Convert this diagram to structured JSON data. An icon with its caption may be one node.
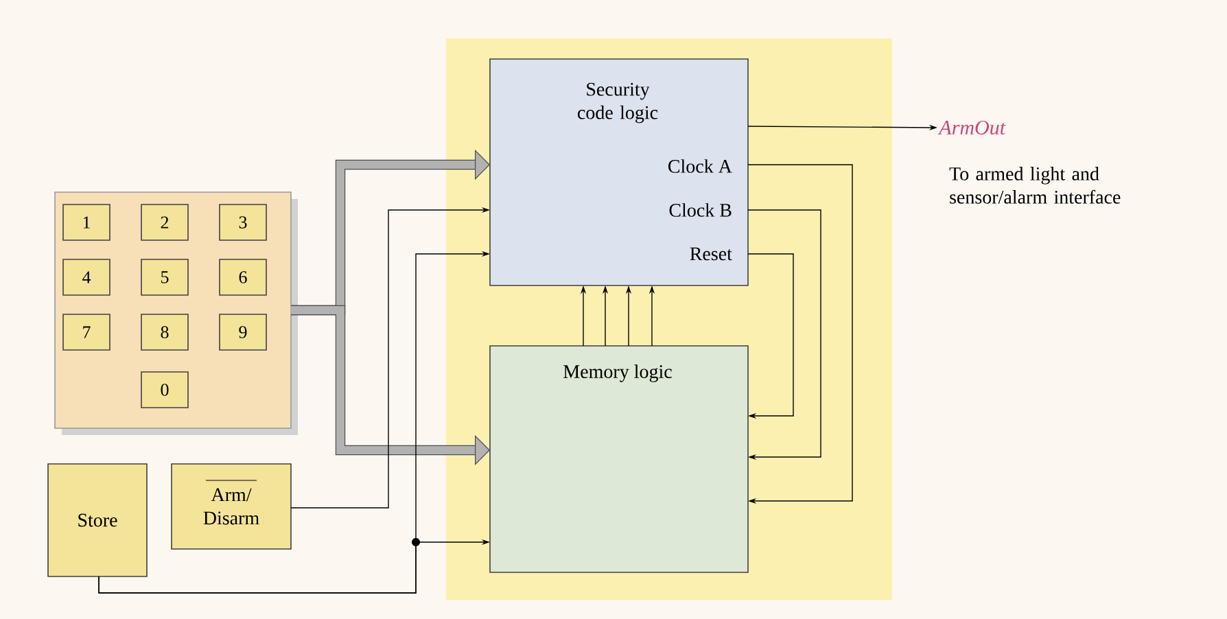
{
  "diagram": {
    "nodes": [
      {
        "text": [],
        "shape": "box"
      },
      {
        "text": [
          "1"
        ],
        "in": 0
      },
      {
        "text": [
          "2"
        ],
        "in": 0
      },
      {
        "text": [
          "3"
        ],
        "in": 0
      },
      {
        "text": [
          "4"
        ],
        "in": 0
      },
      {
        "text": [
          "5"
        ],
        "in": 0
      },
      {
        "text": [
          "6"
        ],
        "in": 0
      },
      {
        "text": [
          "7"
        ],
        "in": 0
      },
      {
        "text": [
          "8"
        ],
        "in": 0
      },
      {
        "text": [
          "9"
        ],
        "in": 0
      },
      {
        "text": [
          "0"
        ],
        "in": 0
      },
      {
        "text": [
          "Store"
        ]
      },
      {
        "text": [
          "Arm/ Disarm"
        ]
      },
      {
        "text": [
          "Security code logic",
          "Clock A",
          "Clock B",
          "Reset"
        ]
      },
      {
        "text": [
          "Memory logic"
        ]
      },
      {
        "text": [
          "*ArmOut*"
        ],
        "beside": [
          "To armed light and sensor/alarm interface"
        ]
      }
    ],
    "edges": [
      {
        "from": 0,
        "to": 13,
        "arrow": "to",
        "style": "thick"
      },
      {
        "from": 0,
        "to": 14,
        "arrow": "to",
        "style": "thick"
      },
      {
        "from": 12,
        "to": 13,
        "arrow": "to"
      },
      {
        "from": 11,
        "to": 13,
        "arrow": "to"
      },
      {
        "from": 11,
        "to": 14,
        "arrow": "to"
      },
      {
        "from": 14,
        "to": 13,
        "arrow": "to"
      },
      {
        "from": 14,
        "to": 13,
        "arrow": "to"
      },
      {
        "from": 14,
        "to": 13,
        "arrow": "to"
      },
      {
        "from": 14,
        "to": 13,
        "arrow": "to"
      },
      {
        "from": 13,
        "to": 15,
        "arrow": "to"
      },
      {
        "from": 13,
        "to": 14,
        "arrow": "to"
      },
      {
        "from": 13,
        "to": 14,
        "arrow": "to"
      },
      {
        "from": 13,
        "to": 14,
        "arrow": "to"
      }
    ]
  }
}
